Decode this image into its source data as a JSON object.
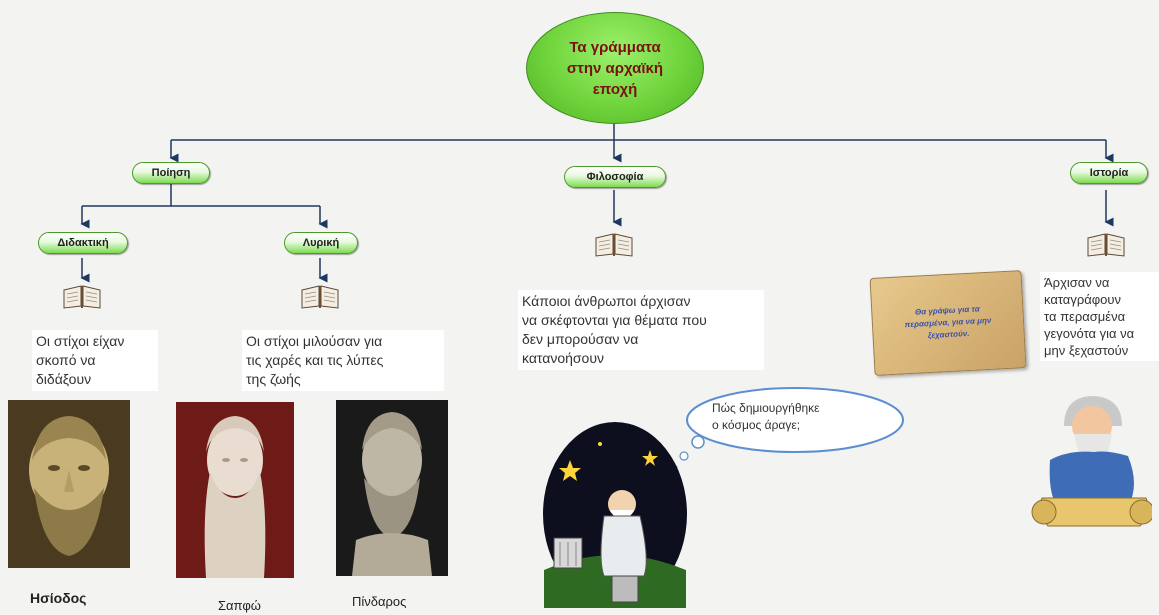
{
  "root": {
    "title_line1": "Τα γράμματα",
    "title_line2": "στην αρχαϊκή",
    "title_line3": "εποχή"
  },
  "categories": {
    "poetry": "Ποίηση",
    "philosophy": "Φιλοσοφία",
    "history": "Ιστορία"
  },
  "poetry_types": {
    "didactic": "Διδακτική",
    "lyric": "Λυρική"
  },
  "descriptions": {
    "didactic": [
      "Οι στίχοι είχαν",
      "σκοπό να",
      "διδάξουν"
    ],
    "lyric": [
      "Οι στίχοι μιλούσαν για",
      "τις χαρές και τις λύπες",
      "της ζωής"
    ],
    "philosophy": [
      "Κάποιοι άνθρωποι άρχισαν",
      "να σκέφτονται για θέματα που",
      "δεν μπορούσαν να",
      "κατανοήσουν"
    ],
    "history": [
      "Άρχισαν να",
      "καταγράφουν",
      "τα περασμένα",
      "γεγονότα για να",
      "μην ξεχαστούν"
    ]
  },
  "thought_bubble": [
    "Πώς δημιουργήθηκε",
    "ο κόσμος άραγε;"
  ],
  "speech_paper": "Θα γράψω για τα περασμένα, για να μην ξεχαστούν.",
  "people": {
    "hesiod": "Ησίοδος",
    "sappho": "Σαπφώ",
    "pindar": "Πίνδαρος"
  },
  "colors": {
    "root_fill": "#6fd43c",
    "root_text": "#7a1111",
    "connector": "#1e3760",
    "pill_fill": "#7edb4f"
  }
}
